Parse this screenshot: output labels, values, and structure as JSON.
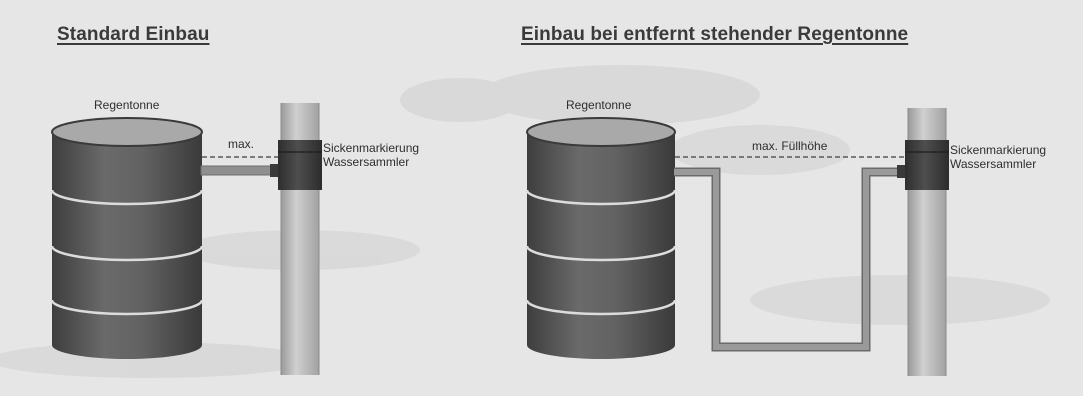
{
  "standard": {
    "title": "Standard Einbau",
    "barrel_label": "Regentonne",
    "level_label": "max.",
    "collar_label_line1": "Sickenmarkierung",
    "collar_label_line2": "Wassersammler"
  },
  "remote": {
    "title": "Einbau bei entfernt stehender Regentonne",
    "barrel_label": "Regentonne",
    "level_label": "max. Füllhöhe",
    "collar_label_line1": "Sickenmarkierung",
    "collar_label_line2": "Wassersammler"
  },
  "colors": {
    "background": "#e6e6e6",
    "barrel": "#5a5a5a",
    "barrel_top": "#a8a8a8",
    "barrel_rib": "#d8d8d8",
    "pipe": "#b9b9b9",
    "collar": "#3f3f3f",
    "hose": "#8e8e8e"
  }
}
